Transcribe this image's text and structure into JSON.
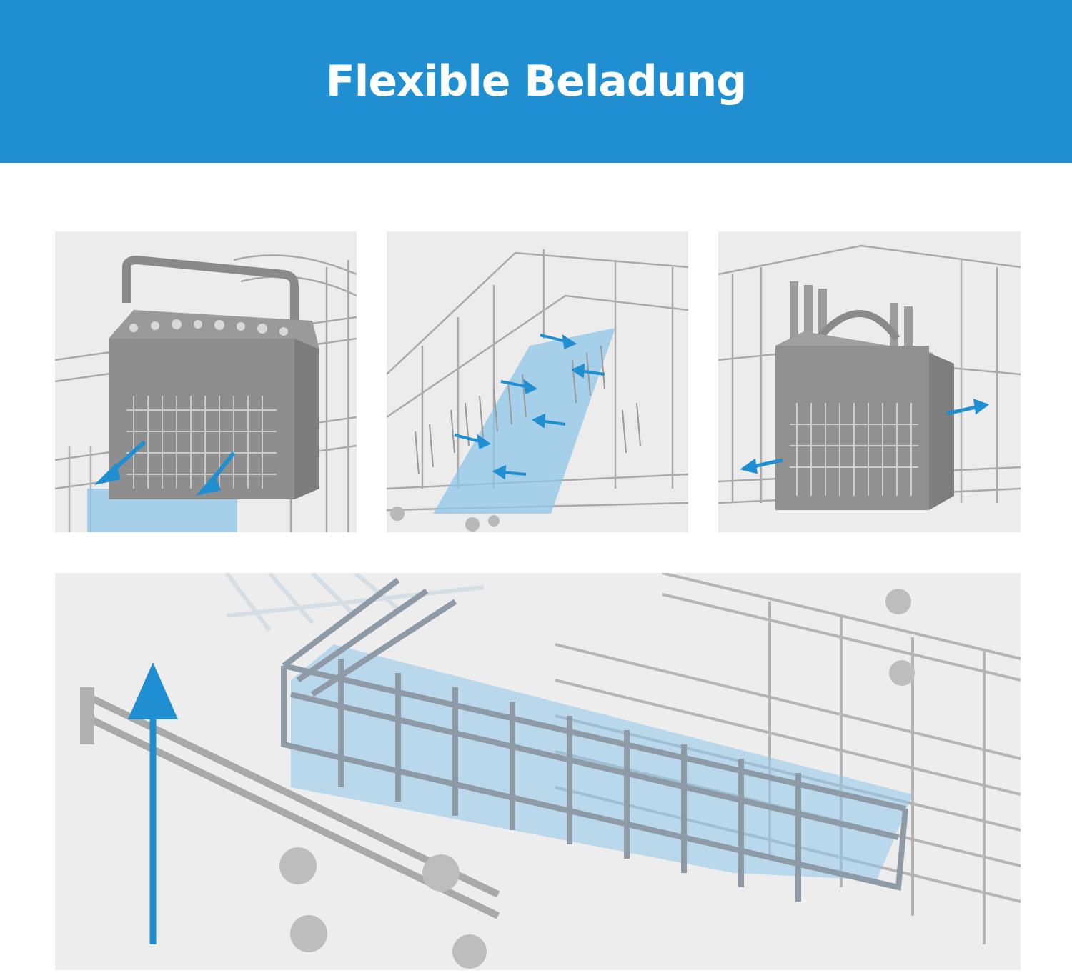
{
  "header": {
    "title": "Flexible Beladung",
    "background_color": "#1f8fd2",
    "text_color": "#ffffff"
  },
  "accent_color": "#1f8fd2",
  "highlight_color": "#8fc6ea",
  "panels": [
    {
      "name": "cutlery-basket-slide",
      "icon": "cutlery-basket-icon"
    },
    {
      "name": "rack-tines-fold",
      "icon": "foldable-tines-icon"
    },
    {
      "name": "cutlery-basket-reposition",
      "icon": "cutlery-basket-icon"
    },
    {
      "name": "height-adjustable-rack",
      "icon": "arrow-up-icon"
    }
  ]
}
